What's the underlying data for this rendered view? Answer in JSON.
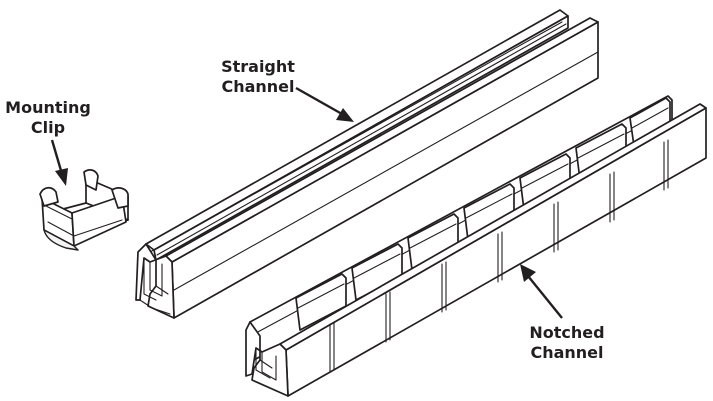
{
  "labels": {
    "clip": {
      "line1": "Mounting",
      "line2": "Clip"
    },
    "straight": {
      "line1": "Straight",
      "line2": "Channel"
    },
    "notched": {
      "line1": "Notched",
      "line2": "Channel"
    }
  },
  "parts": [
    "mounting-clip",
    "straight-channel",
    "notched-channel"
  ],
  "notched_channel": {
    "tab_count": 7
  },
  "colors": {
    "line": "#231f20",
    "background": "#ffffff"
  }
}
